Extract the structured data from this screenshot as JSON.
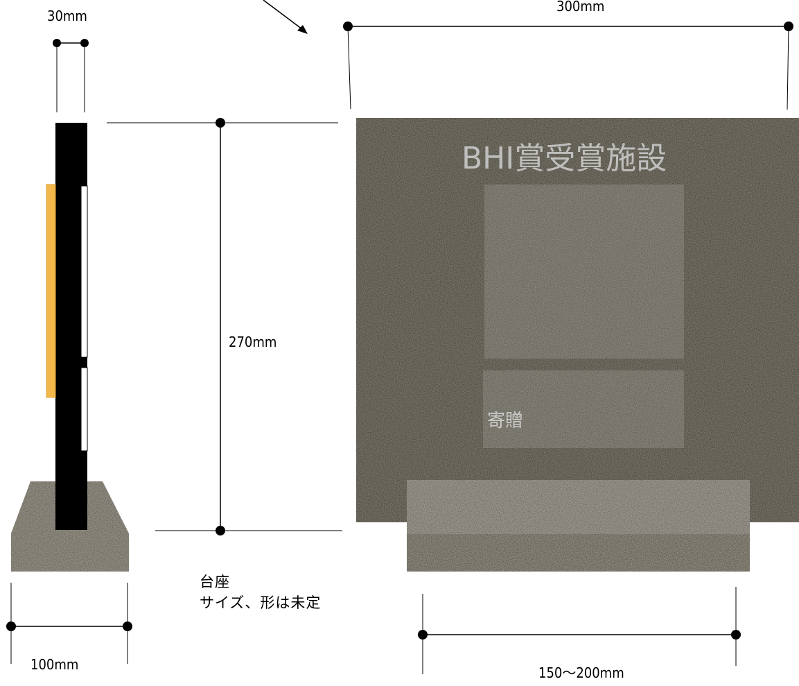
{
  "side_view": {
    "thickness_label": "30mm",
    "height_label": "270mm",
    "base_width_label": "100mm"
  },
  "front_view": {
    "width_label": "300mm",
    "engraved_title": "BHI賞受賞施設",
    "engraved_donation": "寄贈",
    "base_width_label": "150〜200mm"
  },
  "base_note": {
    "line1": "台座",
    "line2": "サイズ、形は未定"
  },
  "colors": {
    "granite_dark": "#2a251a",
    "granite_light": "#5c5a4e",
    "side_plate": "#000000",
    "accent_plate": "#f2b84b"
  }
}
